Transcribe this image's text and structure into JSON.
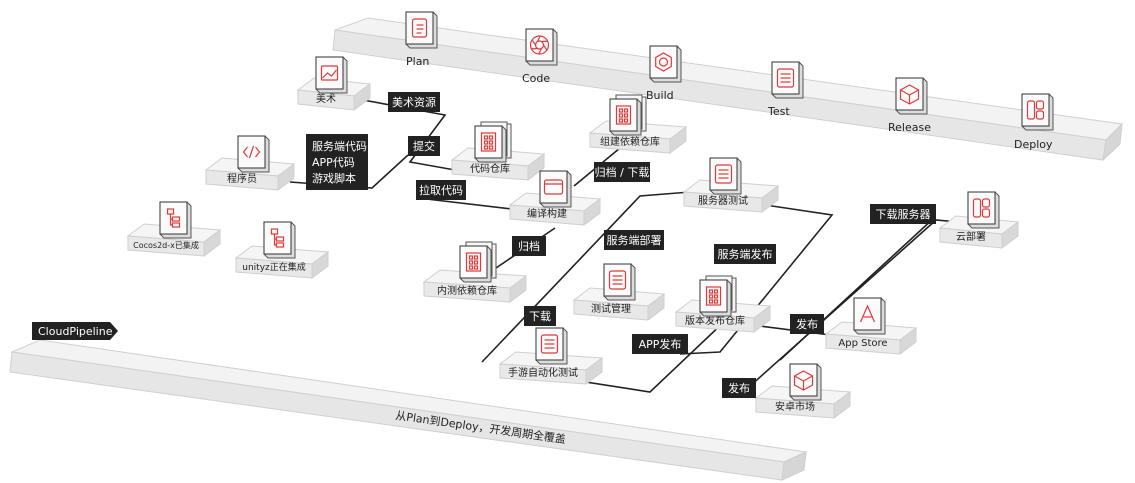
{
  "pipeline": {
    "stages": [
      {
        "label": "Plan",
        "icon": "plan-doc-icon"
      },
      {
        "label": "Code",
        "icon": "code-aperture-icon"
      },
      {
        "label": "Build",
        "icon": "build-gear-icon"
      },
      {
        "label": "Test",
        "icon": "test-list-icon"
      },
      {
        "label": "Release",
        "icon": "release-box-icon"
      },
      {
        "label": "Deploy",
        "icon": "deploy-layout-icon"
      }
    ]
  },
  "nodes": {
    "art": "美术",
    "programmer": "程序员",
    "code_repo": "代码仓库",
    "component_repo": "组建依赖仓库",
    "compile_build": "编译构建",
    "server_test": "服务器测试",
    "internal_repo": "内测依赖仓库",
    "test_mgmt": "测试管理",
    "release_repo": "版本发布仓库",
    "mobile_autotest": "手游自动化测试",
    "app_store": "App Store",
    "android_market": "安卓市场",
    "cloud_deploy": "云部署",
    "cocos": "Cocos2d-x已集成",
    "unity": "unityz正在集成"
  },
  "tags": {
    "art_assets": "美术资源",
    "submit": "提交",
    "code_lines": [
      "服务端代码",
      "APP代码",
      "游戏脚本"
    ],
    "pull_code": "拉取代码",
    "archive_download": "归档 / 下载",
    "archive": "归档",
    "server_deploy": "服务端部署",
    "server_release": "服务端发布",
    "download": "下载",
    "app_release": "APP发布",
    "publish_1": "发布",
    "publish_2": "发布",
    "download_server": "下载服务器"
  },
  "banner": {
    "label": "CloudPipeline",
    "caption": "从Plan到Deploy，开发周期全覆盖"
  },
  "colors": {
    "accent": "#e03a3a",
    "tag_bg": "#222222",
    "platform": "#ececec"
  }
}
